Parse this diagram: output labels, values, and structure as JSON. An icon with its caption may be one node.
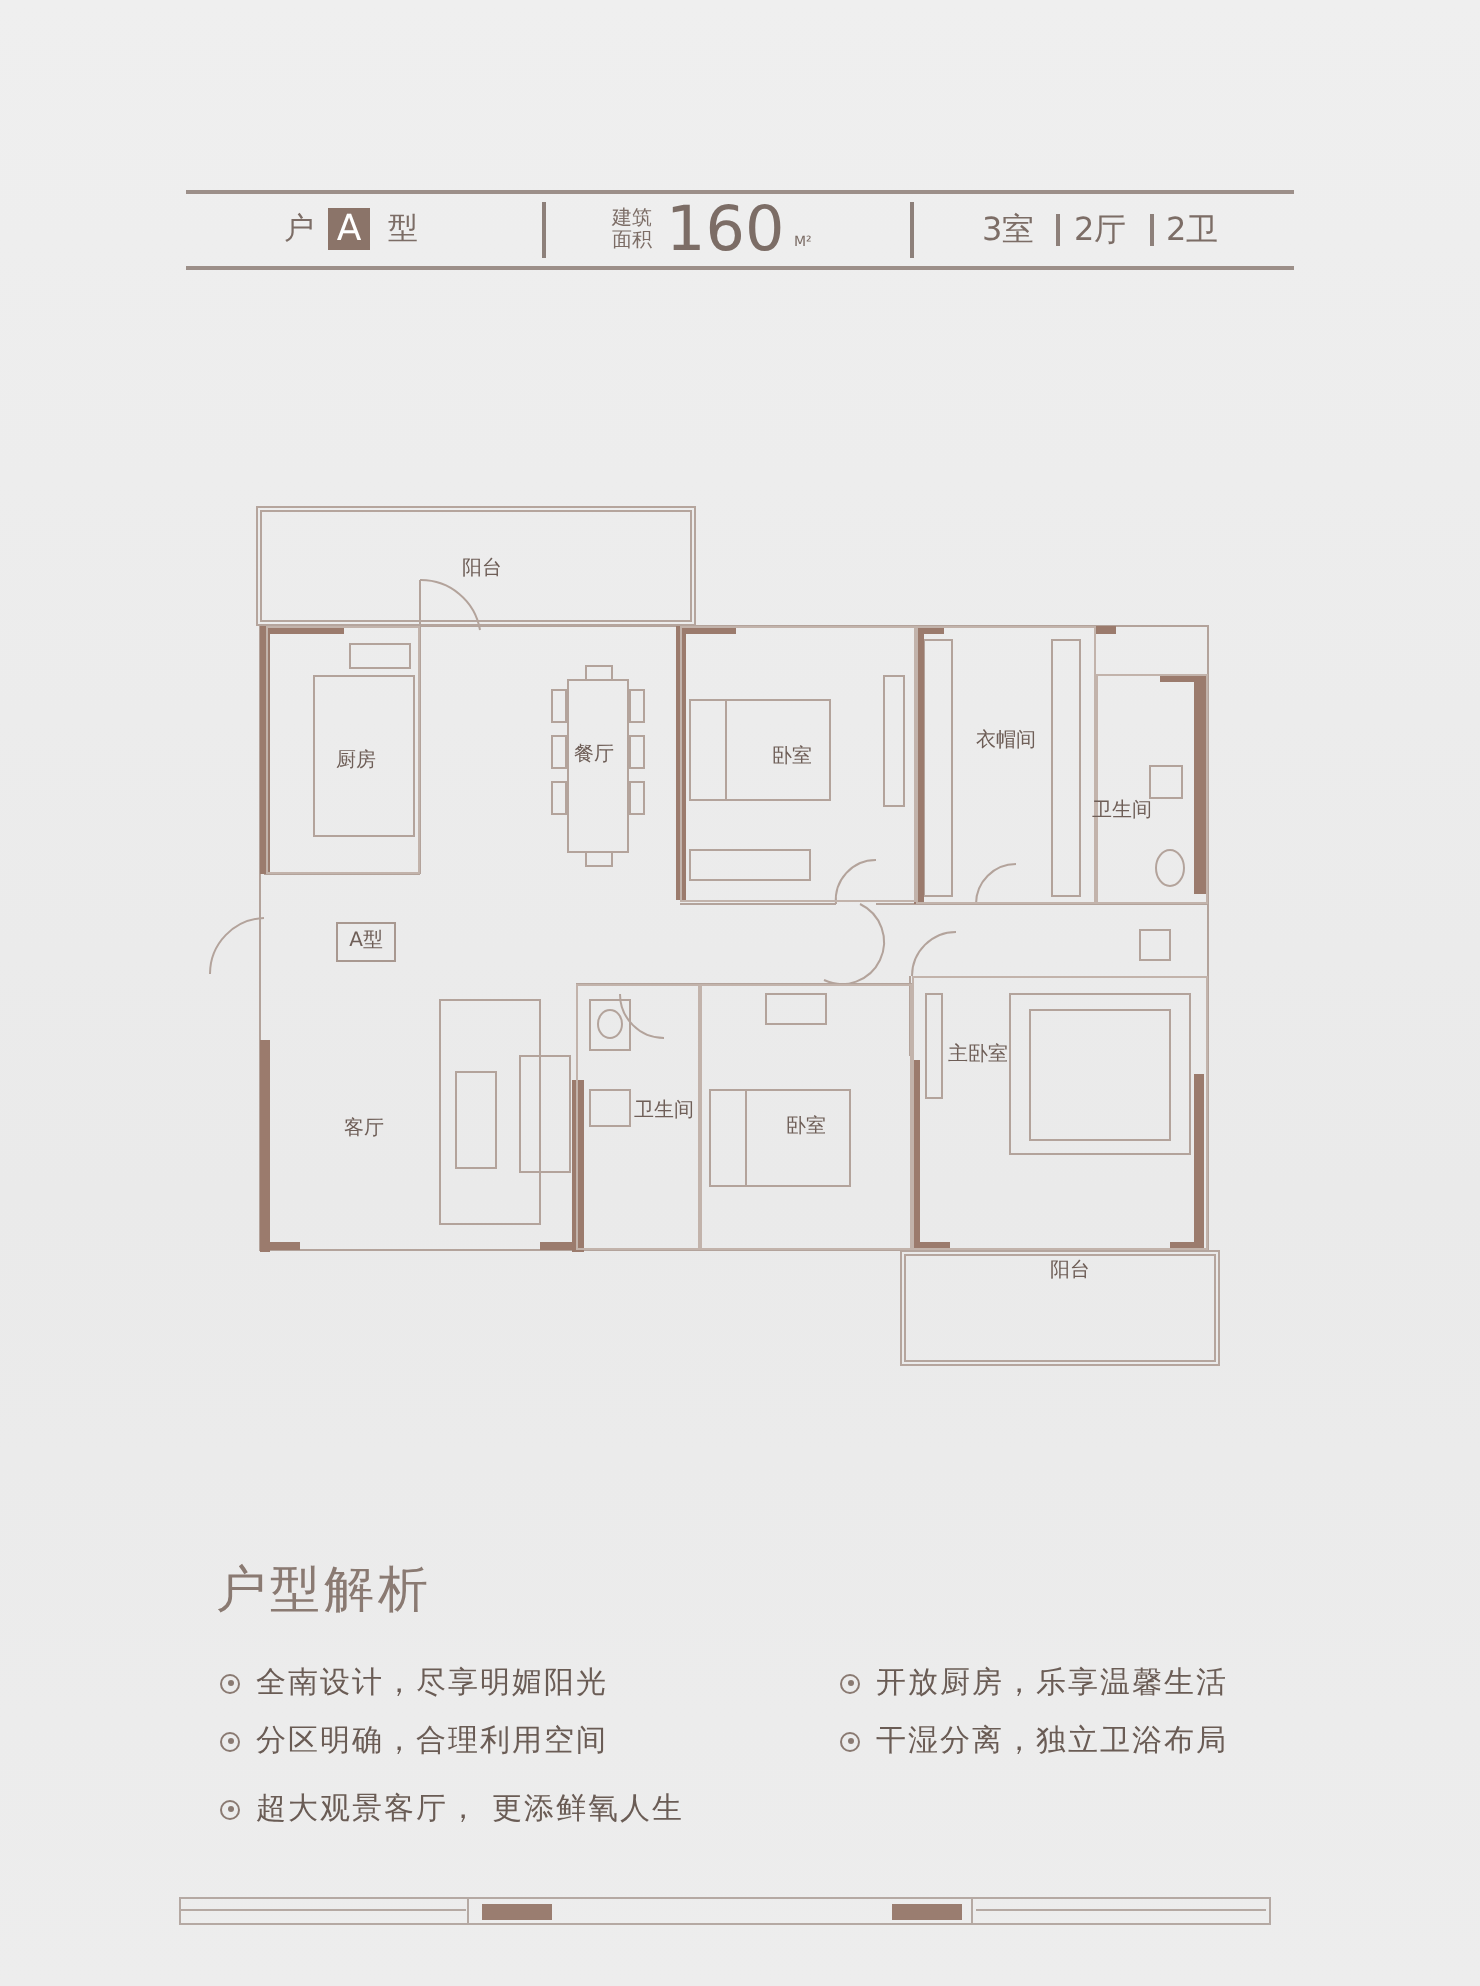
{
  "diagram": {
    "title": "户型解析",
    "nodes": [
      {
        "text": [
          "阳台"
        ]
      },
      {
        "text": [
          "厨房"
        ]
      },
      {
        "text": [
          "餐厅"
        ]
      },
      {
        "text": [
          "卧室"
        ]
      },
      {
        "text": [
          "衣帽间"
        ]
      },
      {
        "text": [
          "卫生间"
        ]
      },
      {
        "text": [
          "客厅"
        ]
      },
      {
        "text": [
          "A型"
        ],
        "in": 6
      },
      {
        "text": [
          "卫生间"
        ]
      },
      {
        "text": [
          "卧室"
        ]
      },
      {
        "text": [
          "主卧室"
        ]
      },
      {
        "text": [
          "阳台"
        ]
      }
    ],
    "labels": [
      "户",
      "A",
      "型",
      "建筑面积",
      "160",
      "M²",
      "3室",
      "2厅",
      "2卫",
      "全南设计，尽享明媚阳光",
      "开放厨房，乐享温馨生活",
      "分区明确，合理利用空间",
      "干湿分离，独立卫浴布局",
      "超大观景客厅， 更添鲜氧人生"
    ]
  }
}
